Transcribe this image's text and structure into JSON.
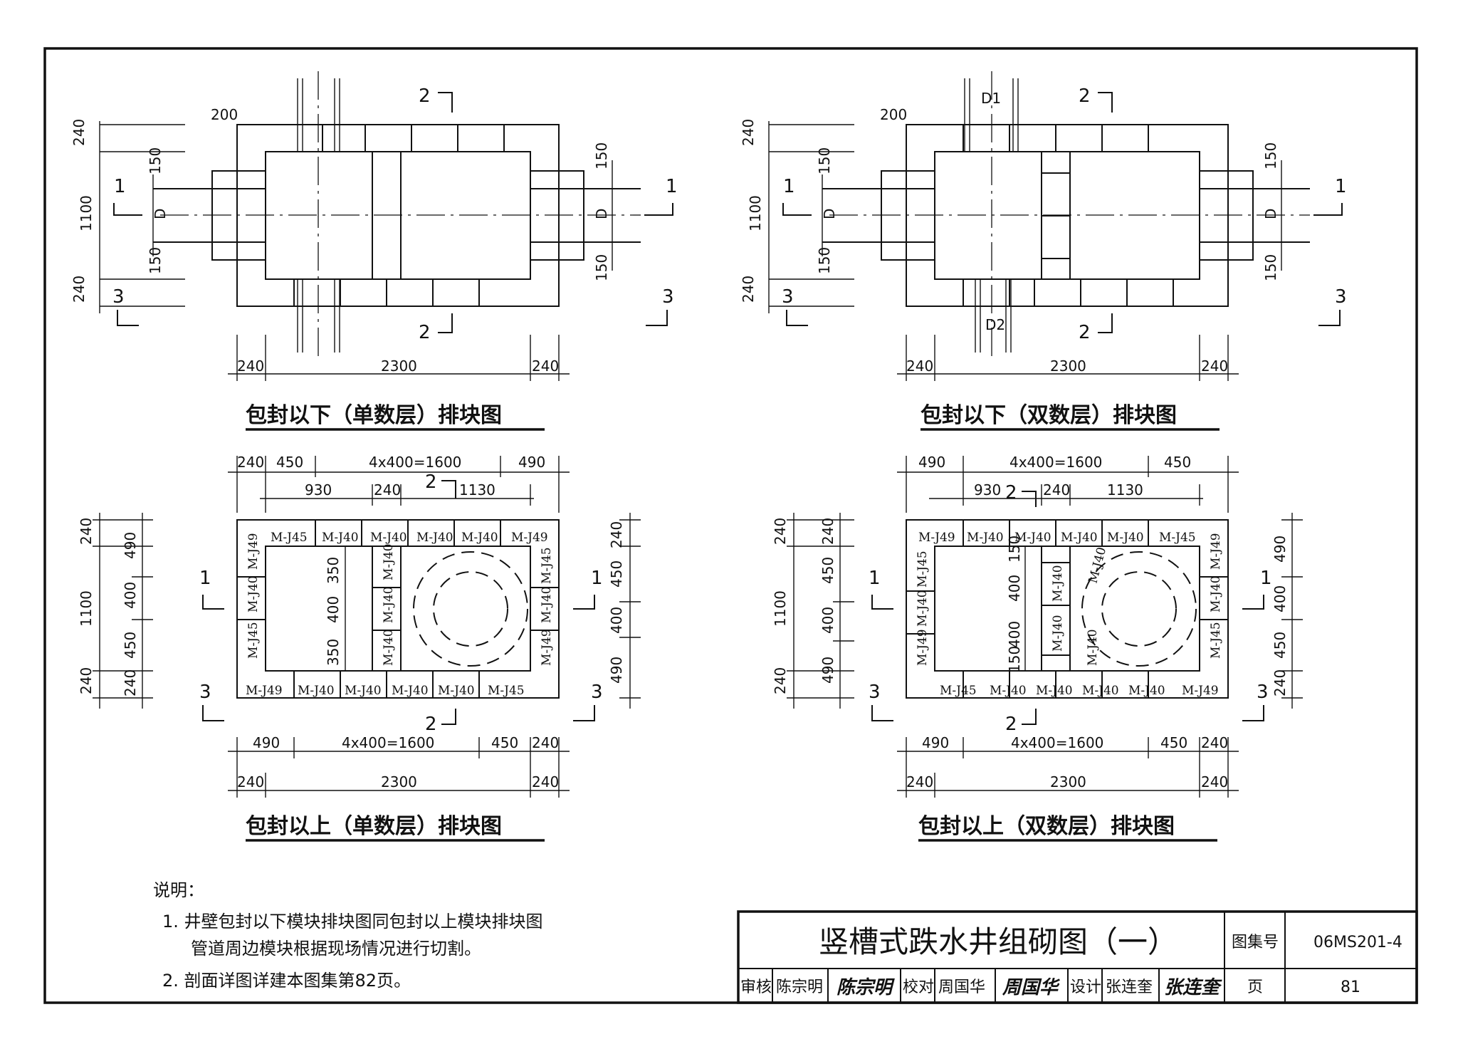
{
  "views": {
    "v1_title": "包封以下（单数层）排块图",
    "v2_title": "包封以下（双数层）排块图",
    "v3_title": "包封以上（单数层）排块图",
    "v4_title": "包封以上（双数层）排块图"
  },
  "dims": {
    "d240": "240",
    "d200": "200",
    "d150": "150",
    "d1100": "1100",
    "d2300": "2300",
    "d450": "450",
    "d490": "490",
    "d400": "400",
    "d350": "350",
    "d930": "930",
    "d1130": "1130",
    "d1600": "4x400=1600",
    "D": "D",
    "D1": "D1",
    "D2": "D2"
  },
  "sections": {
    "s1": "1",
    "s2": "2",
    "s3": "3"
  },
  "blocks": {
    "j40": "M-J40",
    "j45": "M-J45",
    "j49": "M-J49"
  },
  "notes": {
    "heading": "说明：",
    "n1a": "1. 井壁包封以下模块排块图同包封以上模块排块图",
    "n1b": "管道周边模块根据现场情况进行切割。",
    "n2": "2. 剖面详图详建本图集第82页。"
  },
  "title_block": {
    "drawing_title": "竖槽式跌水井组砌图（一）",
    "atlas_label": "图集号",
    "atlas_no": "06MS201-4",
    "review_label": "审核",
    "review_name": "陈宗明",
    "review_sig": "陈宗明",
    "check_label": "校对",
    "check_name": "周国华",
    "check_sig": "周国华",
    "design_label": "设计",
    "design_name": "张连奎",
    "design_sig": "张连奎",
    "page_label": "页",
    "page_no": "81"
  }
}
